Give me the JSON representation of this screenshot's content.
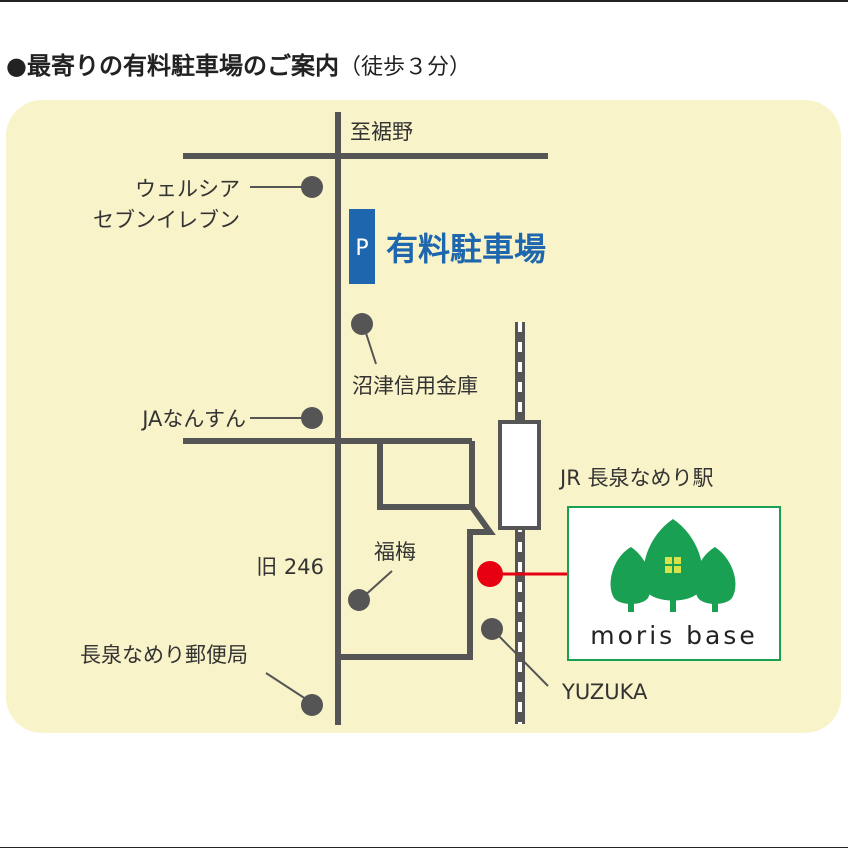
{
  "heading": {
    "title": "●最寄りの有料駐車場のご案内",
    "note": "（徒歩３分）"
  },
  "labels": {
    "north_direction": "至裾野",
    "welcia": "ウェルシア",
    "seven_eleven": "セブンイレブン",
    "parking_symbol": "P",
    "parking_name": "有料駐車場",
    "shinkin_bank": "沼津信用金庫",
    "ja": "JAなんすん",
    "station": "JR 長泉なめり駅",
    "fukuume": "福梅",
    "route": "旧 246",
    "yuzuka": "YUZUKA",
    "post_office": "長泉なめり郵便局"
  },
  "brand": {
    "name": "moris base"
  },
  "colors": {
    "panel_background": "#f8f3c8",
    "road": "#555555",
    "parking_blue": "#1e66ad",
    "destination_red": "#e60012",
    "tree_green": "#1aa052",
    "window_yellow": "#d8e34a"
  }
}
